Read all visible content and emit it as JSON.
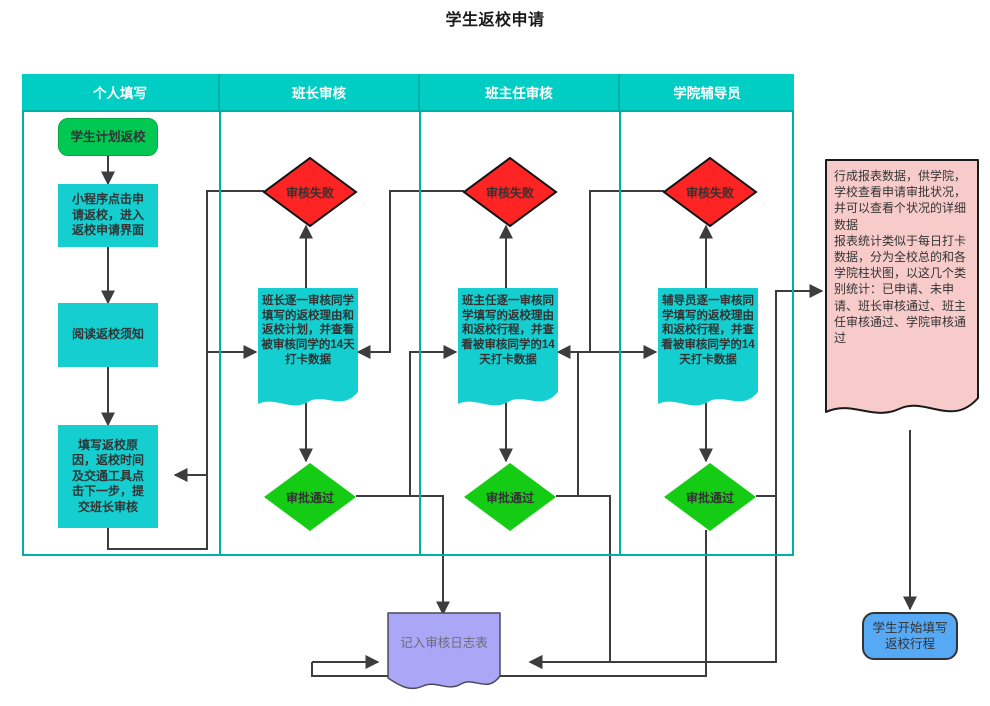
{
  "page": {
    "title": "学生返校申请"
  },
  "palette": {
    "lane_header_bg": "#00cec4",
    "lane_border": "#00b0a6",
    "start_green": "#00c853",
    "process_cyan": "#14ced0",
    "fail_red": "#ff2424",
    "pass_green": "#14cc14",
    "report_pink": "#f8cbcb",
    "log_purple": "#aaa7f7",
    "end_blue": "#56a9f5",
    "connector": "#3d3d3d"
  },
  "swimlanes": [
    {
      "id": "lane-personal",
      "label": "个人填写"
    },
    {
      "id": "lane-monitor",
      "label": "班长审核"
    },
    {
      "id": "lane-teacher",
      "label": "班主任审核"
    },
    {
      "id": "lane-counselor",
      "label": "学院辅导员"
    }
  ],
  "nodes": {
    "start": {
      "label": "学生计划返校",
      "shape": "rounded-start"
    },
    "open_app": {
      "label": "小程序点击申\n请返校，进入\n返校申请界面",
      "shape": "process"
    },
    "read_notice": {
      "label": "阅读返校须知",
      "shape": "process"
    },
    "fill_form": {
      "label": "填写返校原\n因，返校时间\n及交通工具点\n击下一步，提\n交班长审核",
      "shape": "process"
    },
    "monitor_fail": {
      "label": "审核失败",
      "shape": "decision"
    },
    "monitor_review": {
      "label": "班长逐一审核同学\n填写的返校理由和\n返校计划，并查看\n被审核同学的14天\n打卡数据",
      "shape": "document"
    },
    "monitor_pass": {
      "label": "审批通过",
      "shape": "decision"
    },
    "teacher_fail": {
      "label": "审核失败",
      "shape": "decision"
    },
    "teacher_review": {
      "label": "班主任逐一审核同\n学填写的返校理由\n和返校行程，并查\n看被审核同学的14\n天打卡数据",
      "shape": "document"
    },
    "teacher_pass": {
      "label": "审批通过",
      "shape": "decision"
    },
    "counselor_fail": {
      "label": "审核失败",
      "shape": "decision"
    },
    "counselor_review": {
      "label": "辅导员逐一审核同\n学填写的返校理由\n和返校行程，并查\n看被审核同学的14\n天打卡数据",
      "shape": "document"
    },
    "counselor_pass": {
      "label": "审批通过",
      "shape": "decision"
    },
    "report": {
      "label": "行成报表数据，供学院，\n学校查看申请审批状况，\n并可以查看个状况的详细\n数据\n报表统计类似于每日打卡\n数据，分为全校总的和各\n学院柱状图，以这几个类\n别统计：已申请、未申\n请、班长审核通过、班主\n任审核通过、学院审核通\n过",
      "shape": "document"
    },
    "log": {
      "label": "记入审核日志表",
      "shape": "document"
    },
    "end": {
      "label": "学生开始填写\n返校行程",
      "shape": "rounded-end"
    }
  }
}
